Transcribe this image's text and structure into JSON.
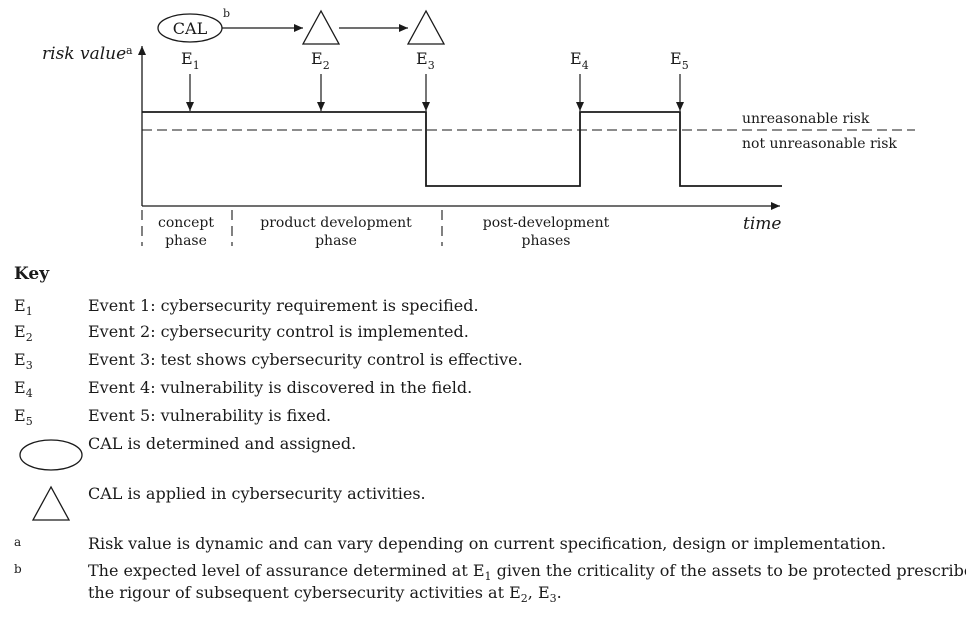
{
  "diagram": {
    "y_axis_label": "risk value",
    "y_axis_footnote": "a",
    "x_axis_label": "time",
    "cal_label": "CAL",
    "cal_footnote": "b",
    "events": [
      {
        "letter": "E",
        "sub": "1"
      },
      {
        "letter": "E",
        "sub": "2"
      },
      {
        "letter": "E",
        "sub": "3"
      },
      {
        "letter": "E",
        "sub": "4"
      },
      {
        "letter": "E",
        "sub": "5"
      }
    ],
    "threshold_above": "unreasonable risk",
    "threshold_below": "not unreasonable risk",
    "phases": [
      {
        "line1": "concept",
        "line2": "phase"
      },
      {
        "line1": "product development",
        "line2": "phase"
      },
      {
        "line1": "post-development",
        "line2": "phases"
      }
    ],
    "risk_levels": [
      "high",
      "high",
      "low",
      "high",
      "low"
    ]
  },
  "key": {
    "title": "Key",
    "events": [
      {
        "letter": "E",
        "sub": "1",
        "text": "Event 1: cybersecurity requirement is specified."
      },
      {
        "letter": "E",
        "sub": "2",
        "text": "Event 2: cybersecurity control is implemented."
      },
      {
        "letter": "E",
        "sub": "3",
        "text": "Event 3: test shows cybersecurity control is effective."
      },
      {
        "letter": "E",
        "sub": "4",
        "text": "Event 4: vulnerability is discovered in the field."
      },
      {
        "letter": "E",
        "sub": "5",
        "text": "Event 5: vulnerability is fixed."
      }
    ],
    "ellipse_text": "CAL is determined and assigned.",
    "triangle_text": "CAL is applied in cybersecurity activities.",
    "notes": [
      {
        "mark": "a",
        "text": "Risk value is dynamic and can vary depending on current specification, design or implementation."
      },
      {
        "mark": "b",
        "line1": "The expected level of assurance determined at E",
        "line1_sub": "1",
        "line1_tail": " given the criticality of the assets to be protected prescribes",
        "line2": "the rigour of subsequent cybersecurity activities at E",
        "line2_sub1": "2",
        "line2_mid": ", E",
        "line2_sub2": "3",
        "line2_tail": "."
      }
    ]
  }
}
